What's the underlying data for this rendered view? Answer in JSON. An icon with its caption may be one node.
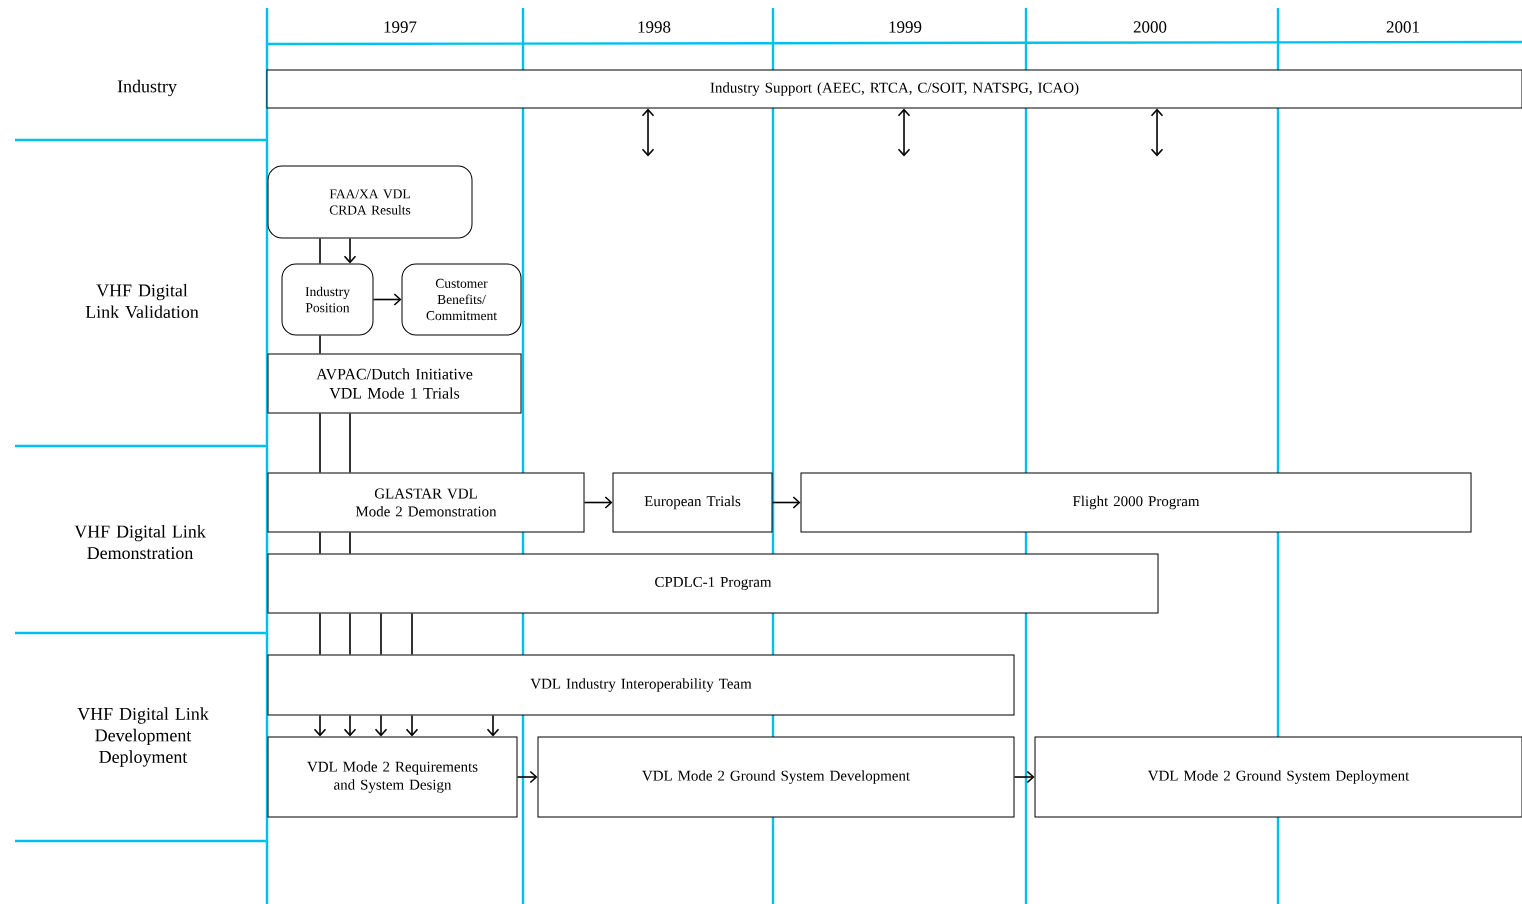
{
  "diagram": {
    "nodes": [
      {
        "text": [
          "Industry Support (AEEC, RTCA, C/SOIT, NATSPG, ICAO)"
        ]
      },
      {
        "text": [
          "FAA/XA VDL CRDA Results"
        ]
      },
      {
        "text": [
          "Industry Position"
        ]
      },
      {
        "text": [
          "Customer Benefits/ Commitment"
        ]
      },
      {
        "text": [
          "AVPAC/Dutch Initiative VDL Mode 1 Trials"
        ]
      },
      {
        "text": [
          "GLASTAR VDL Mode 2 Demonstration"
        ]
      },
      {
        "text": [
          "European Trials"
        ]
      },
      {
        "text": [
          "Flight 2000 Program"
        ]
      },
      {
        "text": [
          "CPDLC-1 Program"
        ]
      },
      {
        "text": [
          "VDL Industry Interoperability Team"
        ]
      },
      {
        "text": [
          "VDL Mode 2 Requirements and System Design"
        ]
      },
      {
        "text": [
          "VDL Mode 2 Ground System Development"
        ]
      },
      {
        "text": [
          "VDL Mode 2 Ground System Deployment"
        ]
      }
    ],
    "edges": [
      {
        "from": 0,
        "to": null,
        "arrow": "both"
      },
      {
        "from": 0,
        "to": null,
        "arrow": "both"
      },
      {
        "from": 0,
        "to": null,
        "arrow": "both"
      },
      {
        "from": 1,
        "to": 2,
        "arrow": "to"
      },
      {
        "from": 1,
        "to": 2,
        "arrow": "none"
      },
      {
        "from": 2,
        "to": 3,
        "arrow": "to"
      },
      {
        "from": 2,
        "to": 4,
        "arrow": "none"
      },
      {
        "from": 4,
        "to": 5,
        "arrow": "none"
      },
      {
        "from": 4,
        "to": 5,
        "arrow": "none"
      },
      {
        "from": 5,
        "to": 8,
        "arrow": "none"
      },
      {
        "from": 5,
        "to": 8,
        "arrow": "none"
      },
      {
        "from": 8,
        "to": 9,
        "arrow": "none"
      },
      {
        "from": 8,
        "to": 9,
        "arrow": "none"
      },
      {
        "from": 8,
        "to": 9,
        "arrow": "none"
      },
      {
        "from": 8,
        "to": 9,
        "arrow": "none"
      },
      {
        "from": 9,
        "to": 10,
        "arrow": "to"
      },
      {
        "from": 9,
        "to": 10,
        "arrow": "to"
      },
      {
        "from": 9,
        "to": 10,
        "arrow": "to"
      },
      {
        "from": 9,
        "to": 10,
        "arrow": "to"
      },
      {
        "from": 9,
        "to": 10,
        "arrow": "to"
      },
      {
        "from": 5,
        "to": 6,
        "arrow": "to"
      },
      {
        "from": 6,
        "to": 7,
        "arrow": "to"
      },
      {
        "from": 10,
        "to": 11,
        "arrow": "to"
      },
      {
        "from": 11,
        "to": 12,
        "arrow": "to"
      }
    ],
    "labels": [
      "1997",
      "1998",
      "1999",
      "2000",
      "2001",
      "Industry",
      "VHF Digital Link Validation",
      "VHF Digital Link Demonstration",
      "VHF Digital Link Development Deployment"
    ]
  }
}
